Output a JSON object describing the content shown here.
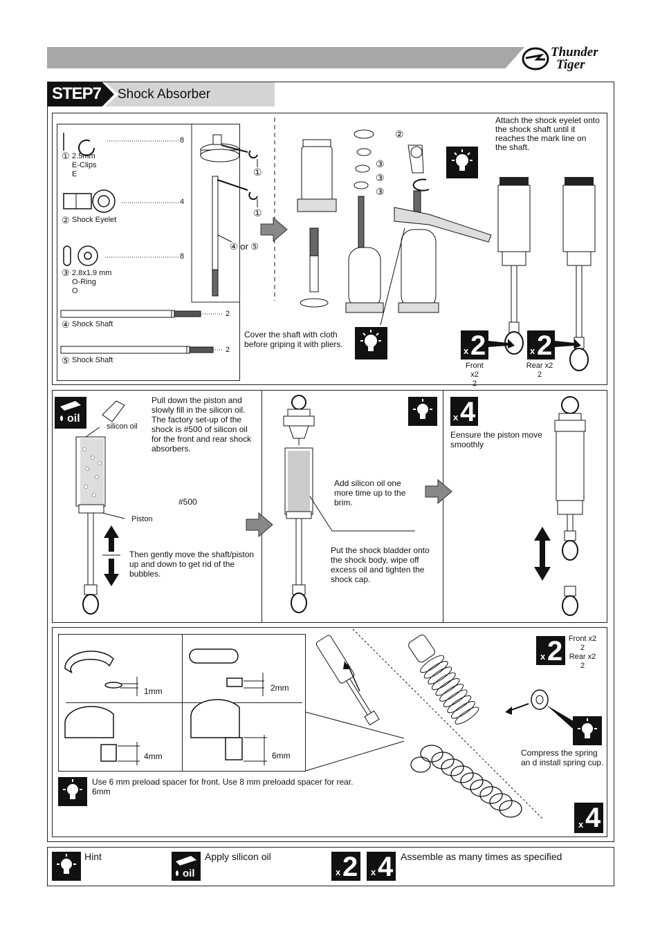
{
  "header": {
    "brand_line1": "Thunder",
    "brand_line2": "Tiger",
    "colors": {
      "banner": "#a7a7a7",
      "title_bar": "#d4d4d4",
      "ink": "#111111"
    }
  },
  "step": {
    "label": "STEP7",
    "title": "Shock Absorber"
  },
  "parts": [
    {
      "num": "①",
      "name": "2.5mm\nE-Clips\nE",
      "qty": "8"
    },
    {
      "num": "②",
      "name": "Shock Eyelet",
      "qty": "4"
    },
    {
      "num": "③",
      "name": "2.8x1.9 mm\nO-Ring\nO",
      "qty": "8"
    },
    {
      "num": "④",
      "name": "Shock Shaft",
      "qty": "2"
    },
    {
      "num": "⑤",
      "name": "Shock Shaft",
      "qty": "2"
    }
  ],
  "panel1": {
    "callout_1a": "①",
    "callout_1b": "①",
    "callout_shaft": "④ or ⑤",
    "callout_2": "②",
    "callout_3a": "③",
    "callout_3b": "③",
    "callout_3c": "③",
    "cloth_hint": "Cover the shaft with cloth\nbefore griping it with pliers.",
    "eyelet_note": "Attach the shock eyelet onto\nthe shock shaft until it\nreaches the mark line on\nthe shaft.",
    "front_label": "Front x2\n2",
    "rear_label": "Rear x2\n2",
    "mult": "2"
  },
  "panel2": {
    "oil_label": "oil",
    "silicon_oil": "silicon oil",
    "fill_text": "Pull down the piston and\nslowly fill in the silicon oil.\nThe factory set-up of the\nshock is #500 of silicon oil\nfor the front and rear shock\nabsorbers.",
    "oil_grade": "#500",
    "piston": "Piston",
    "bubbles_text": "Then gently move the shaft/piston\nup and down to get rid of the\nbubbles.",
    "add_oil": "Add silicon oil one\nmore time up to the\nbrim.",
    "bladder": "Put the shock bladder onto\nthe shock body, wipe off\nexcess oil and tighten the\nshock cap.",
    "mult": "4",
    "smooth": "Eensure the piston move\nsmoothly"
  },
  "panel3": {
    "spacer_1": "1mm",
    "spacer_2": "2mm",
    "spacer_4": "4mm",
    "spacer_6": "6mm",
    "spacer_note": "Use 6 mm preload spacer for front. Use 8 mm preloadd spacer for rear.\n        6mm",
    "front_rear": "Front x2\n2\nRear x2\n2",
    "mult_top": "2",
    "compress": "Compress the spring\nan d install spring cup.",
    "mult_bottom": "4"
  },
  "legend": {
    "hint": "Hint",
    "oil_icon": "oil",
    "apply_oil": "Apply silicon oil",
    "x2": "2",
    "x4": "4",
    "assemble": "Assemble as many times as specified"
  }
}
